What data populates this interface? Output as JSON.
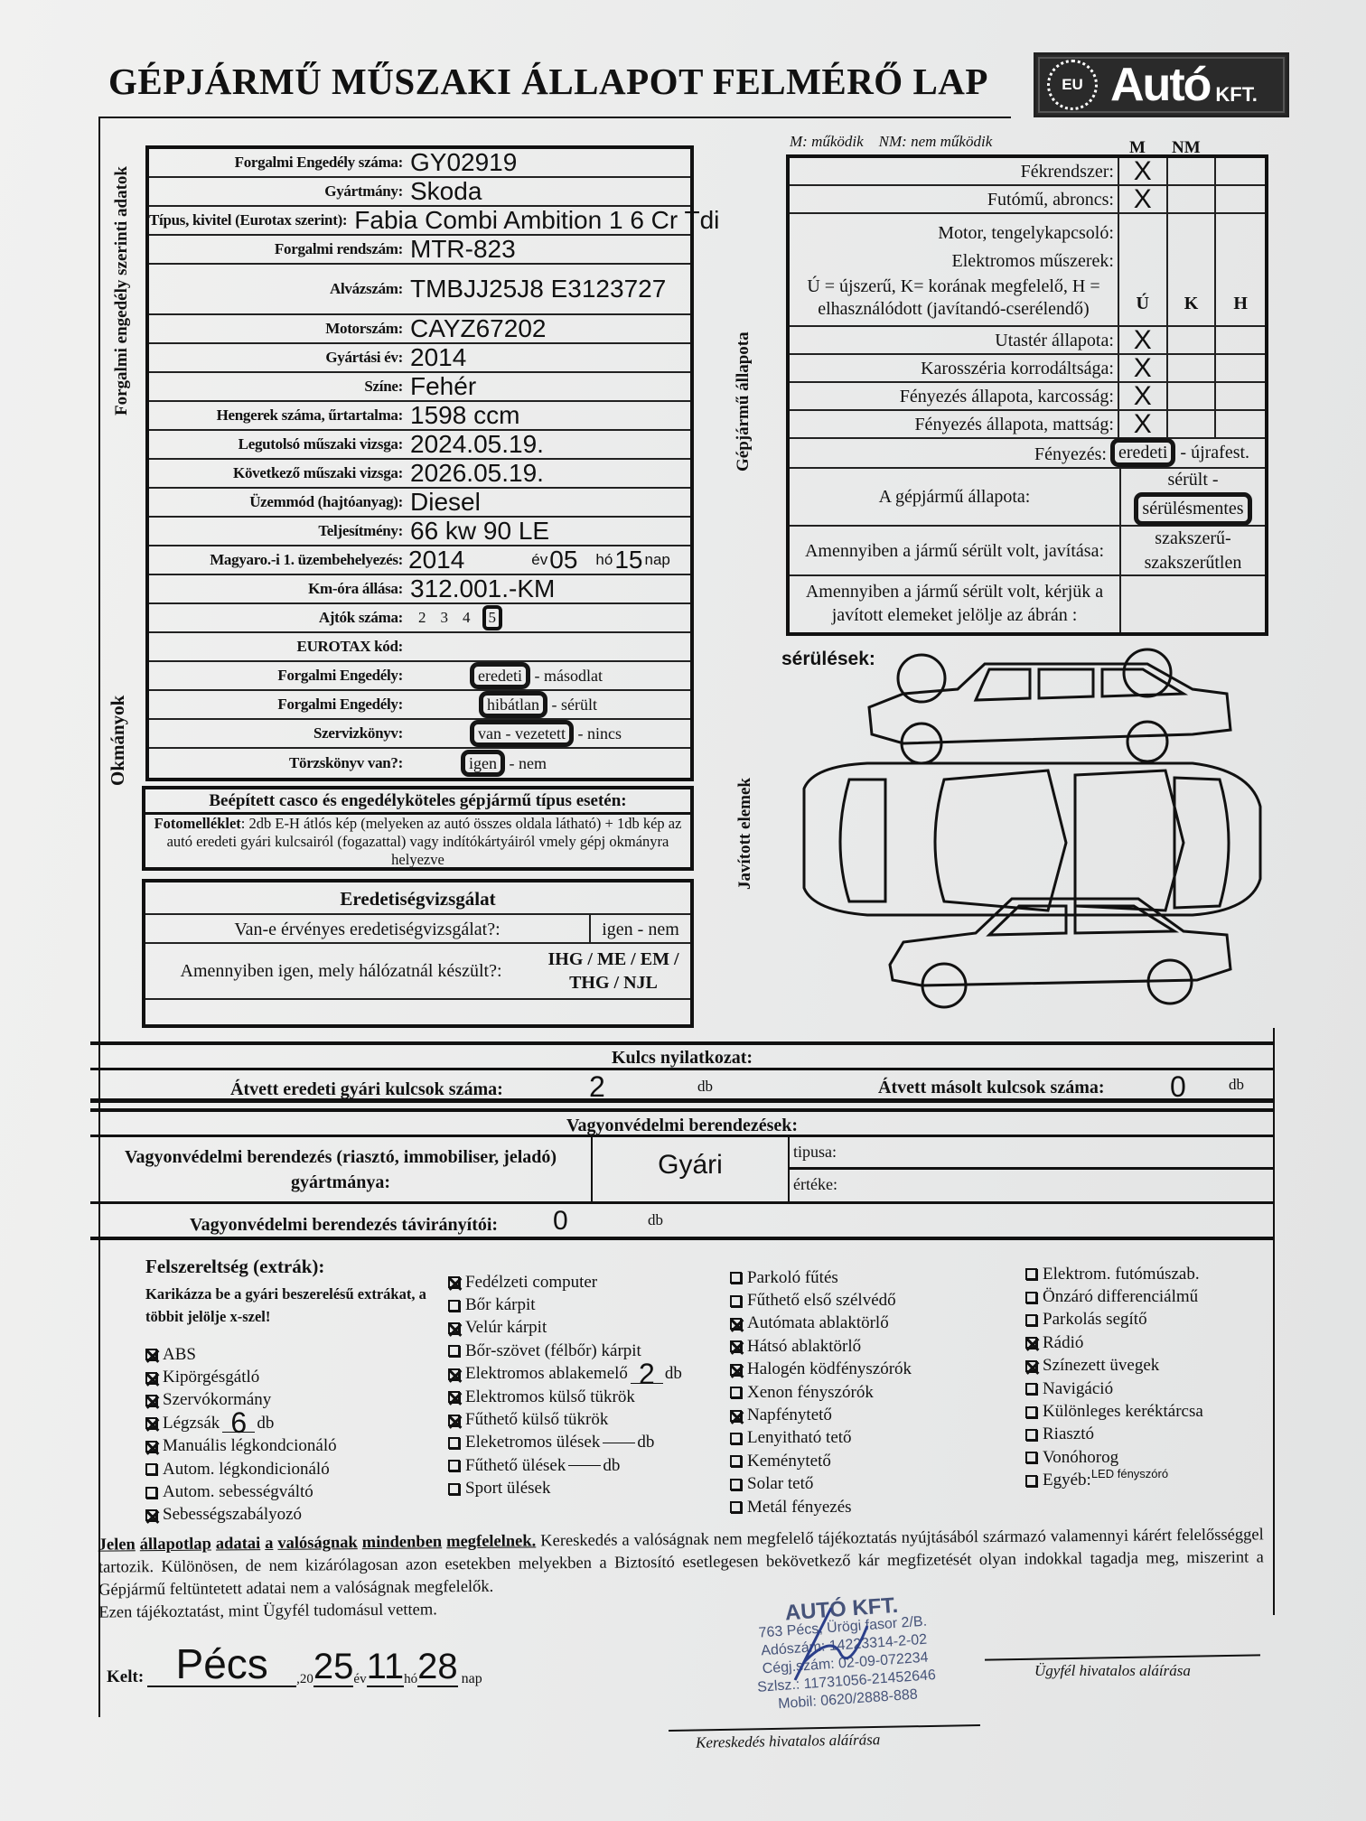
{
  "title": "GÉPJÁRMŰ MŰSZAKI ÁLLAPOT FELMÉRŐ LAP",
  "logo": {
    "eu": "EU",
    "name": "Autó",
    "suffix": "KFT."
  },
  "side_labels": {
    "registration": "Forgalmi engedély szerinti adatok",
    "documents": "Okmányok",
    "condition": "Gépjármű állapota",
    "repaired": "Javított elemek"
  },
  "vehicle": {
    "rows": [
      {
        "label": "Forgalmi Engedély száma:",
        "value": "GY02919"
      },
      {
        "label": "Gyártmány:",
        "value": "Skoda"
      },
      {
        "label": "Típus, kivitel (Eurotax szerint):",
        "value": "Fabia Combi Ambition 1 6 Cr Tdi"
      },
      {
        "label": "Forgalmi rendszám:",
        "value": "MTR-823"
      },
      {
        "label": "Alvázszám:",
        "value": "TMBJJ25J8 E3123727",
        "tall": true
      },
      {
        "label": "Motorszám:",
        "value": "CAYZ67202"
      },
      {
        "label": "Gyártási év:",
        "value": "2014"
      },
      {
        "label": "Színe:",
        "value": "Fehér"
      },
      {
        "label": "Hengerek száma, űrtartalma:",
        "value": "1598 ccm"
      },
      {
        "label": "Legutolsó műszaki vizsga:",
        "value": "2024.05.19."
      },
      {
        "label": "Következő műszaki vizsga:",
        "value": "2026.05.19."
      },
      {
        "label": "Üzemmód (hajtóanyag):",
        "value": "Diesel"
      },
      {
        "label": "Teljesítmény:",
        "value": "66 kw 90 LE"
      }
    ],
    "first_reg": {
      "label": "Magyaro.-i 1. üzembehelyezés:",
      "year": "2014",
      "year_unit": "év",
      "month": "05",
      "month_unit": "hó",
      "day": "15",
      "day_unit": "nap"
    },
    "odometer": {
      "label": "Km-óra állása:",
      "value": "312.001.-KM"
    },
    "doors": {
      "label": "Ajtók száma:",
      "options": [
        "2",
        "3",
        "4",
        "5"
      ],
      "selected": 3
    },
    "eurotax": {
      "label": "EUROTAX kód:",
      "value": ""
    },
    "documents": [
      {
        "label": "Forgalmi Engedély:",
        "options": [
          "eredeti",
          "másodlat"
        ],
        "selected": 0
      },
      {
        "label": "Forgalmi Engedély:",
        "options": [
          "hibátlan",
          "sérült"
        ],
        "selected": 0
      },
      {
        "label": "Szervizkönyv:",
        "options": [
          "van - vezetett",
          "nincs"
        ],
        "selected": 0
      },
      {
        "label": "Törzskönyv van?:",
        "options": [
          "igen",
          "nem"
        ],
        "selected": 0
      }
    ]
  },
  "casco": {
    "title": "Beépített casco és engedélyköteles gépjármű típus esetén:",
    "bold": "Fotomelléklet",
    "text": ": 2db E-H átlós kép (melyeken az autó összes oldala látható) + 1db kép az autó eredeti gyári kulcsairól (fogazattal) vagy indítókártyáiról vmely gépj okmányra helyezve"
  },
  "origin_check": {
    "title": "Eredetiségvizsgálat",
    "q1": "Van-e érvényes eredetiségvizsgálat?:",
    "a1": "igen - nem",
    "q2": "Amennyiben igen, mely hálózatnál készült?:",
    "a2": "IHG / ME / EM / THG / NJL"
  },
  "condition": {
    "legend": "M: működik    NM: nem működik",
    "col_m": "M",
    "col_nm": "NM",
    "func_rows": [
      {
        "label": "Fékrendszer:",
        "mark": 0
      },
      {
        "label": "Futómű, abroncs:",
        "mark": 0
      }
    ],
    "big_lines": [
      "Motor, tengelykapcsoló:",
      "Elektromos műszerek:",
      "Ú = újszerű, K= korának megfelelő, H = elhasználódott (javítandó-cserélendő)"
    ],
    "cols": [
      "Ú",
      "K",
      "H"
    ],
    "state_rows": [
      {
        "label": "Utastér állapota:",
        "mark": 0
      },
      {
        "label": "Karosszéria korrodáltsága:",
        "mark": 0
      },
      {
        "label": "Fényezés állapota, karcosság:",
        "mark": 0
      },
      {
        "label": "Fényezés állapota, mattság:",
        "mark": 0
      }
    ],
    "mark_symbol": "X",
    "paint": {
      "label": "Fényezés:",
      "options": [
        "eredeti",
        "újrafest."
      ],
      "selected": 0
    },
    "vehicle_state": {
      "label": "A gépjármű állapota:",
      "options": [
        "sérült -",
        "sérülésmentes"
      ],
      "selected": 1
    },
    "repair": {
      "label": "Amennyiben a jármű sérült volt, javítása:",
      "options": [
        "szakszerű-",
        "szakszerűtlen"
      ]
    },
    "repaired_note": "Amennyiben a jármű sérült volt, kérjük a javított elemeket jelölje az ábrán :"
  },
  "damages_label": "sérülések:",
  "keys": {
    "title": "Kulcs nyilatkozat:",
    "orig_label": "Átvett eredeti gyári kulcsok száma:",
    "orig_value": "2",
    "copy_label": "Átvett másolt kulcsok száma:",
    "copy_value": "0",
    "unit": "db"
  },
  "security": {
    "title": "Vagyonvédelmi berendezések:",
    "make_label": "Vagyonvédelmi berendezés (riasztó, immobiliser, jeladó) gyártmánya:",
    "make_value": "Gyári",
    "type_label": "tipusa:",
    "value_label": "értéke:",
    "remote_label": "Vagyonvédelmi berendezés távirányítói:",
    "remote_value": "0",
    "unit": "db"
  },
  "equipment": {
    "title": "Felszereltség (extrák):",
    "instruction": "Karikázza be a gyári beszerelésű extrákat, a többit jelölje x-szel!",
    "col1": [
      {
        "label": "ABS",
        "on": true
      },
      {
        "label": "Kipörgésgátló",
        "on": true
      },
      {
        "label": "Szervókormány",
        "on": true
      },
      {
        "label": "Légzsák",
        "on": true,
        "count": "6",
        "unit": "db"
      },
      {
        "label": "Manuális légkondcionáló",
        "on": true
      },
      {
        "label": "Autom. légkondicionáló",
        "on": false
      },
      {
        "label": "Autom. sebességváltó",
        "on": false
      },
      {
        "label": "Sebességszabályozó",
        "on": true
      }
    ],
    "col2": [
      {
        "label": "Fedélzeti computer",
        "on": true
      },
      {
        "label": "Bőr kárpit",
        "on": false
      },
      {
        "label": "Velúr kárpit",
        "on": true
      },
      {
        "label": "Bőr-szövet (félbőr) kárpit",
        "on": false
      },
      {
        "label": "Elektromos ablakemelő",
        "on": true,
        "count": "2",
        "unit": "db"
      },
      {
        "label": "Elektromos külső tükrök",
        "on": true
      },
      {
        "label": "Fűthető külső tükrök",
        "on": true
      },
      {
        "label": "Eleketromos ülések",
        "on": false,
        "count": "",
        "unit": "db"
      },
      {
        "label": "Fűthető ülések",
        "on": false,
        "count": "",
        "unit": "db"
      },
      {
        "label": "Sport ülések",
        "on": false
      }
    ],
    "col3": [
      {
        "label": "Parkoló fűtés",
        "on": false
      },
      {
        "label": "Fűthető első szélvédő",
        "on": false
      },
      {
        "label": "Autómata ablaktörlő",
        "on": true
      },
      {
        "label": "Hátsó ablaktörlő",
        "on": true
      },
      {
        "label": "Halogén ködfényszórók",
        "on": true
      },
      {
        "label": "Xenon fényszórók",
        "on": false
      },
      {
        "label": "Napfénytető",
        "on": true
      },
      {
        "label": "Lenyitható tető",
        "on": false
      },
      {
        "label": "Keménytető",
        "on": false
      },
      {
        "label": "Solar tető",
        "on": false
      },
      {
        "label": "Metál fényezés",
        "on": false
      }
    ],
    "col4": [
      {
        "label": "Elektrom. futómúszab.",
        "on": false
      },
      {
        "label": "Önzáró differenciálmű",
        "on": false
      },
      {
        "label": "Parkolás segítő",
        "on": false
      },
      {
        "label": "Rádió",
        "on": true
      },
      {
        "label": "Színezett üvegek",
        "on": true
      },
      {
        "label": "Navigáció",
        "on": false
      },
      {
        "label": "Különleges keréktárcsa",
        "on": false
      },
      {
        "label": "Riasztó",
        "on": false
      },
      {
        "label": "Vonóhorog",
        "on": false
      },
      {
        "label": "Egyéb:",
        "on": false,
        "note": "LED fényszóró"
      }
    ]
  },
  "disclaimer": {
    "underlined": [
      "Jelen",
      "állapotlap",
      "adatai",
      "a",
      "valóságnak",
      "mindenben",
      "megfelelnek."
    ],
    "text": "Kereskedés a valóságnak nem megfelelő tájékoztatás nyújtásából származó valamennyi kárért felelősséggel tartozik. Különösen, de nem kizárólagosan azon esetekben melyekben a Biztosító esetlegesen bekövetkező kár megfizetését olyan indokkal tagadja meg, miszerint a Gépjármű feltüntetett adatai nem a valóságnak megfelelők.",
    "ack": "Ezen tájékoztatást, mint Ügyfél tudomásul vettem."
  },
  "signed": {
    "label": "Kelt:",
    "place": "Pécs",
    "century": "20",
    "year": "25",
    "year_unit": "év",
    "month": "11",
    "month_unit": "hó",
    "day": "28",
    "day_unit": "nap"
  },
  "stamp": [
    "AUTÓ KFT.",
    "763  Pécs, Ürögi fasor 2/B.",
    "Adószám: 14223314-2-02",
    "Cégj.szám: 02-09-072234",
    "Szlsz.: 11731056-21452646",
    "Mobil: 0620/2888-888"
  ],
  "signatures": {
    "dealer": "Kereskedés hivatalos aláírása",
    "customer": "Ügyfél hivatalos aláírása"
  }
}
